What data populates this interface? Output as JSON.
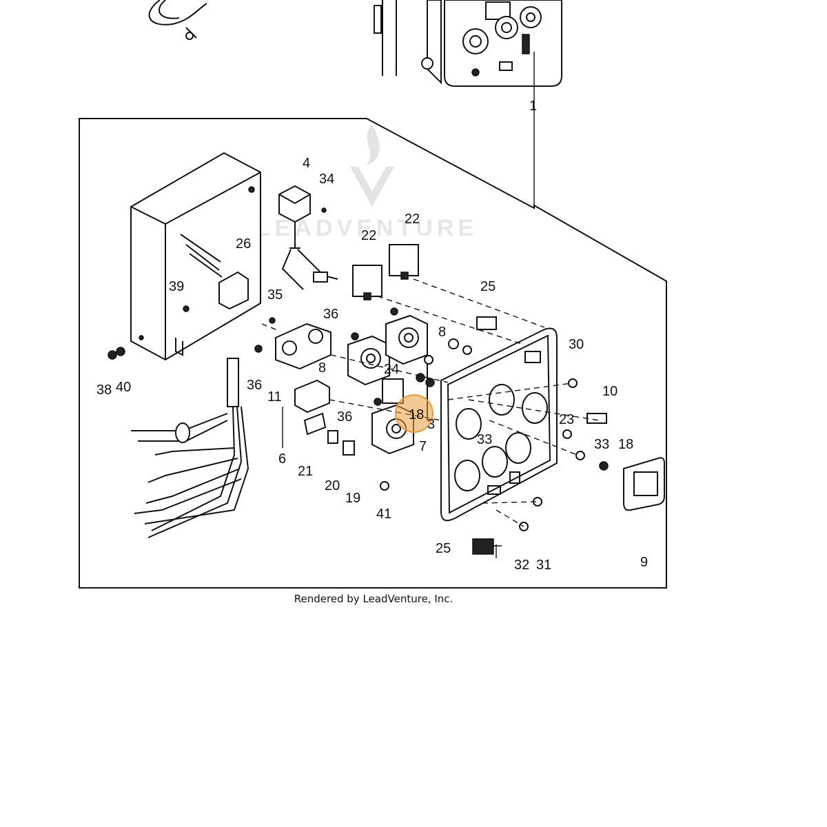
{
  "watermark": {
    "brand": "LEADVENTURE"
  },
  "credit": "Rendered by LeadVenture, Inc.",
  "highlight": {
    "label": "18",
    "color": "#e89a3c"
  },
  "callouts": [
    {
      "id": "c1",
      "text": "1"
    },
    {
      "id": "c4",
      "text": "4"
    },
    {
      "id": "c34",
      "text": "34"
    },
    {
      "id": "c22a",
      "text": "22"
    },
    {
      "id": "c22b",
      "text": "22"
    },
    {
      "id": "c26",
      "text": "26"
    },
    {
      "id": "c39",
      "text": "39"
    },
    {
      "id": "c35",
      "text": "35"
    },
    {
      "id": "c25a",
      "text": "25"
    },
    {
      "id": "c36a",
      "text": "36"
    },
    {
      "id": "c8a",
      "text": "8"
    },
    {
      "id": "c8b",
      "text": "8"
    },
    {
      "id": "c30",
      "text": "30"
    },
    {
      "id": "c24",
      "text": "24"
    },
    {
      "id": "c36b",
      "text": "36"
    },
    {
      "id": "c11",
      "text": "11"
    },
    {
      "id": "c38",
      "text": "38"
    },
    {
      "id": "c40",
      "text": "40"
    },
    {
      "id": "c10",
      "text": "10"
    },
    {
      "id": "c36c",
      "text": "36"
    },
    {
      "id": "c23",
      "text": "23"
    },
    {
      "id": "c3",
      "text": "3"
    },
    {
      "id": "c7",
      "text": "7"
    },
    {
      "id": "c33a",
      "text": "33"
    },
    {
      "id": "c33b",
      "text": "33"
    },
    {
      "id": "c18",
      "text": "18"
    },
    {
      "id": "c6",
      "text": "6"
    },
    {
      "id": "c21",
      "text": "21"
    },
    {
      "id": "c20",
      "text": "20"
    },
    {
      "id": "c19",
      "text": "19"
    },
    {
      "id": "c41",
      "text": "41"
    },
    {
      "id": "c25b",
      "text": "25"
    },
    {
      "id": "c32",
      "text": "32"
    },
    {
      "id": "c31",
      "text": "31"
    },
    {
      "id": "c9",
      "text": "9"
    }
  ]
}
